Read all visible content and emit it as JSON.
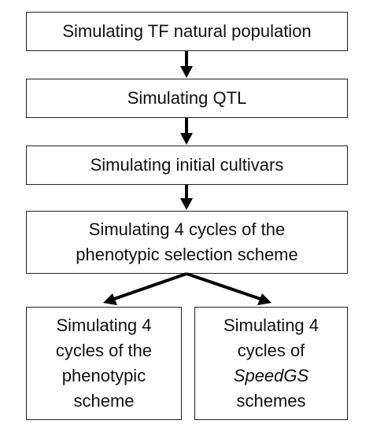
{
  "flowchart": {
    "step1": "Simulating TF natural population",
    "step2": "Simulating QTL",
    "step3": "Simulating initial cultivars",
    "step4": {
      "line1": "Simulating 4 cycles of the",
      "line2": "phenotypic selection scheme"
    },
    "branch_left": {
      "line1": "Simulating 4",
      "line2": "cycles of the",
      "line3": "phenotypic",
      "line4": "scheme"
    },
    "branch_right": {
      "line1": "Simulating 4",
      "line2": "cycles of",
      "line3": "SpeedGS",
      "line4": "schemes"
    }
  }
}
